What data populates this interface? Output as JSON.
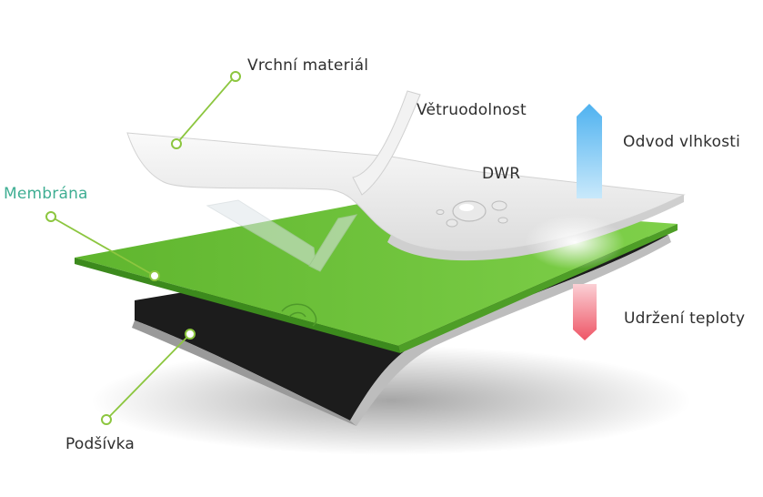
{
  "labels": {
    "top_material": "Vrchní materiál",
    "wind": "Větruodolnost",
    "moisture": "Odvod vlhkosti",
    "dwr": "DWR",
    "membrane": "Membrána",
    "warmth": "Udržení teploty",
    "lining": "Podšívka"
  },
  "colors": {
    "membrane_green": "#6cc13a",
    "lining_black": "#1c1c1c",
    "top_white": "#f1f1f1",
    "leader_green": "#8cc63f",
    "moisture_blue": "#5fb9f2",
    "warmth_red": "#f06070",
    "membrane_label": "#3fae93"
  }
}
